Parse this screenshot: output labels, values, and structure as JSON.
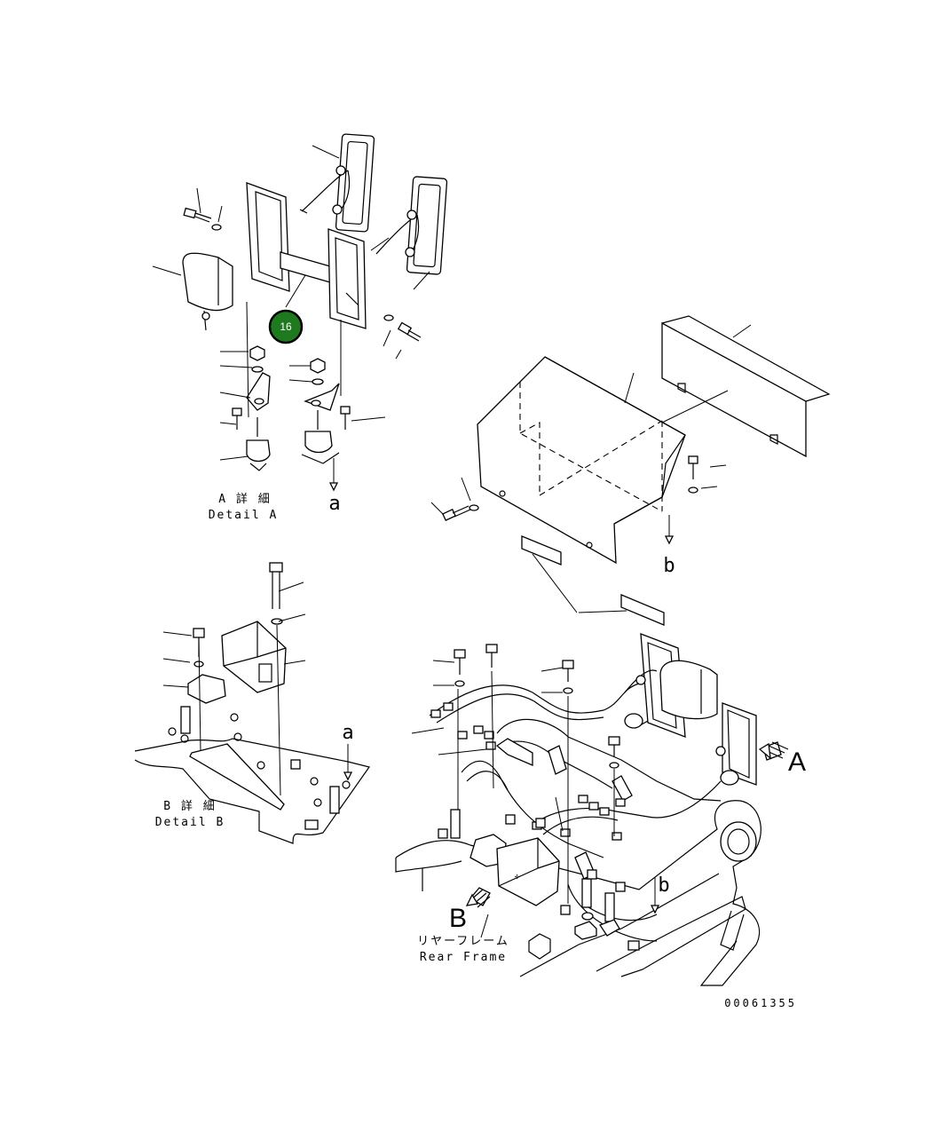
{
  "callouts": [
    {
      "number": "16",
      "color": "#1f7a1f"
    }
  ],
  "detail_a": {
    "title_jp": "A 詳 細",
    "title_en": "Detail A",
    "arrow_label": "a"
  },
  "detail_b": {
    "title_jp": "B 詳 細",
    "title_en": "Detail B",
    "arrow_label": "a"
  },
  "cover": {
    "arrow_label": "b"
  },
  "assembly": {
    "view_a_label": "A",
    "view_b_label": "B",
    "arrow_label": "b",
    "frame_label_jp": "リヤーフレーム",
    "frame_label_en": "Rear Frame"
  },
  "drawing_number": "00061355"
}
